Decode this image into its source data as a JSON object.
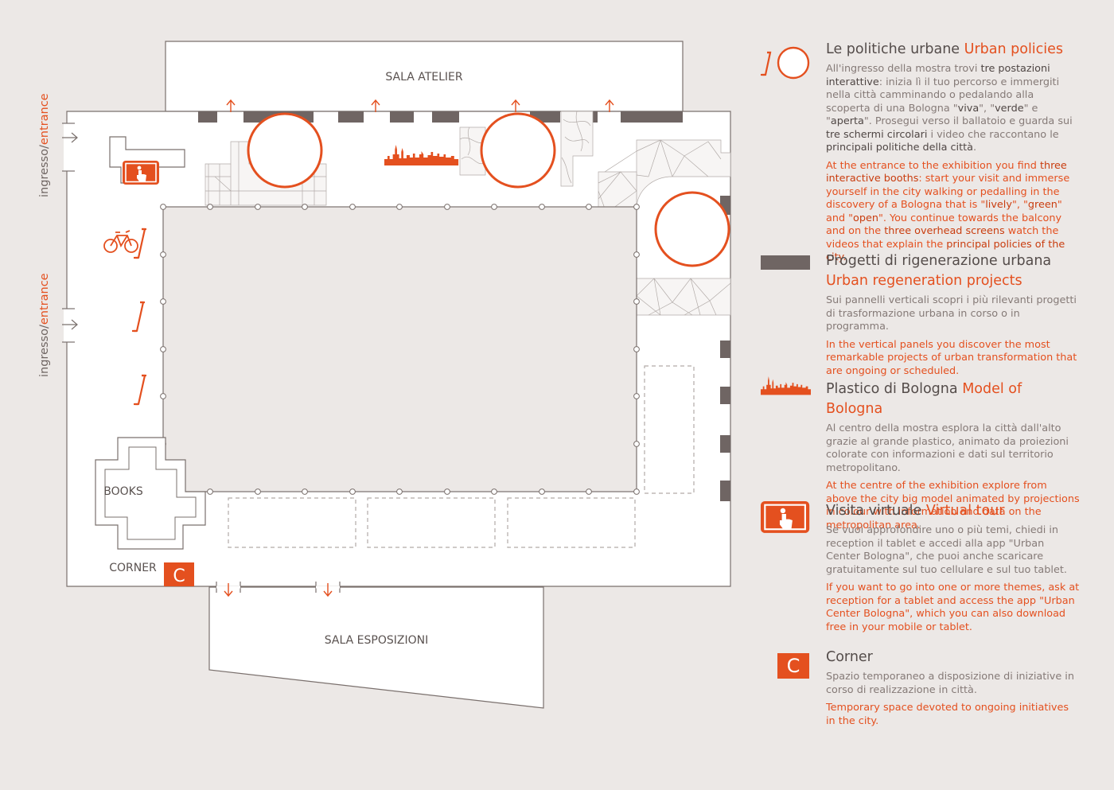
{
  "plan": {
    "rooms": {
      "sala_atelier": "SALA ATELIER",
      "sala_esposizioni": "SALA ESPOSIZIONI",
      "books": "BOOKS",
      "corner": "CORNER",
      "corner_badge": "C"
    },
    "entrance": {
      "it": "ingresso",
      "sep": "/",
      "en": "entrance"
    }
  },
  "legend": {
    "urban_policies": {
      "title_it": "Le politiche urbane",
      "title_en": "Urban policies",
      "it": [
        "All'ingresso della mostra trovi ",
        {
          "b": "tre postazioni interattive"
        },
        ": inizia lì il tuo percorso e immergiti nella città camminando o pedalando alla scoperta di una Bologna \"",
        {
          "b": "viva"
        },
        "\", \"",
        {
          "b": "verde"
        },
        "\" e \"",
        {
          "b": "aperta"
        },
        "\". Prosegui verso il ballatoio e guarda sui ",
        {
          "b": "tre schermi circolari"
        },
        " i video che raccontano le ",
        {
          "b": "principali politiche della città"
        },
        "."
      ],
      "en": [
        "At the entrance to the exhibition you find ",
        {
          "b": "three interactive booths"
        },
        ": start your visit and immerse yourself in the city walking or pedalling in the discovery of a Bologna that is \"",
        {
          "b": "lively"
        },
        "\", \"",
        {
          "b": "green"
        },
        "\" and \"",
        {
          "b": "open"
        },
        "\". You continue towards the balcony and on the ",
        {
          "b": "three overhead screens"
        },
        " watch the videos that explain the ",
        {
          "b": "principal policies of the city"
        },
        "."
      ]
    },
    "regeneration": {
      "title_it": "Progetti di rigenerazione urbana",
      "title_en": "Urban regeneration projects",
      "it": [
        "Sui pannelli verticali scopri i più rilevanti progetti di trasformazione urbana in corso o in programma."
      ],
      "en": [
        "In the vertical panels you discover the most remarkable projects of urban transformation that are ongoing or scheduled."
      ]
    },
    "model": {
      "title_it": "Plastico di Bologna",
      "title_en": "Model of Bologna",
      "it": [
        "Al centro della mostra esplora la città dall'alto grazie al grande plastico, animato da proiezioni colorate con informazioni e dati sul territorio metropolitano."
      ],
      "en": [
        "At the centre of the exhibition explore from above the city big model animated by projections in colour with information and data on the metropolitan area."
      ]
    },
    "virtual_tour": {
      "title_it": "Visita virtuale",
      "title_en": "Virtual tour",
      "it": [
        "Se vuoi approfondire uno o più temi, chiedi in reception il tablet e accedi alla app \"Urban Center Bologna\", che puoi anche scaricare gratuitamente sul tuo cellulare e sul tuo tablet."
      ],
      "en": [
        "If you want to go into one or more themes, ask at reception for a tablet and access the app \"Urban Center Bologna\", which you can also download free in your mobile or tablet."
      ]
    },
    "corner": {
      "badge": "C",
      "title_it": "Corner",
      "title_en": "",
      "it": [
        "Spazio temporaneo a disposizione di iniziative in corso di realizzazione in città."
      ],
      "en": [
        "Temporary space devoted to ongoing initiatives in the city."
      ]
    }
  },
  "colors": {
    "accent": "#e4501f",
    "panel": "#6f6563",
    "line": "#7a706d",
    "background": "#ece8e6"
  }
}
